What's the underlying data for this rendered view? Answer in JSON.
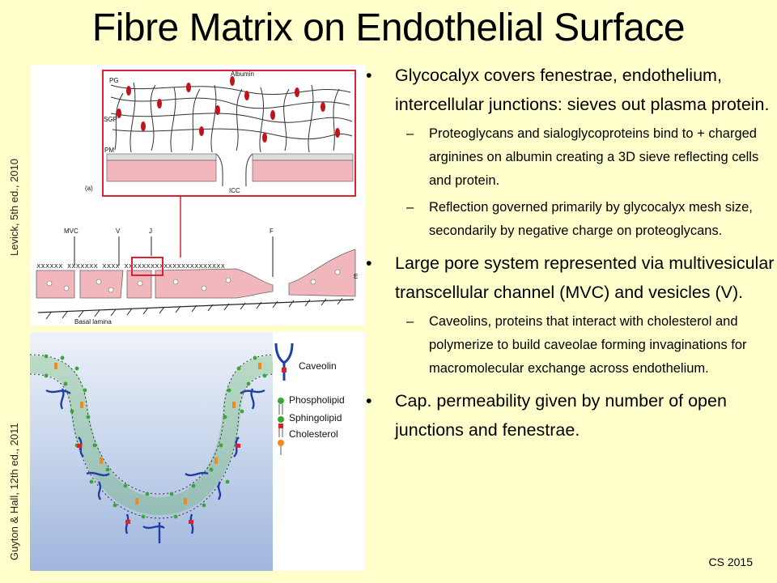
{
  "title": "Fibre Matrix on Endothelial Surface",
  "credits": {
    "top": "Levick, 5th ed., 2010",
    "bottom": "Guyton & Hall, 12th ed., 2011"
  },
  "figure_top": {
    "labels": {
      "pg": "PG",
      "albumin": "Albumin",
      "sgp": "SGP",
      "pm": "PM",
      "icc": "ICC",
      "panel": "(a)",
      "mvc": "MVC",
      "v": "V",
      "j": "J",
      "f": "F",
      "e": "E",
      "basal": "Basal lamina"
    },
    "colors": {
      "cell": "#f2b6bd",
      "box": "#e02030",
      "albumin": "#c0141c"
    }
  },
  "figure_bottom": {
    "legend": {
      "caveolin": "Caveolin",
      "phospholipid": "Phospholipid",
      "sphingolipid": "Sphingolipid",
      "cholesterol": "Cholesterol"
    },
    "colors": {
      "protein": "#1f3fa8",
      "lipid": "#3aa635",
      "cholesterol": "#f08a1c",
      "background": "#b9cbe6"
    }
  },
  "bullets": [
    {
      "text": "Glycocalyx covers fenestrae, endothelium, intercellular junctions: sieves out plasma protein.",
      "sub": [
        "Proteoglycans and sialoglycoproteins bind to + charged arginines on albumin creating a 3D sieve reflecting cells and protein.",
        "Reflection governed primarily by glycocalyx mesh size, secondarily by negative charge on proteoglycans."
      ]
    },
    {
      "text": "Large pore system represented via multivesicular transcellular channel (MVC) and vesicles (V).",
      "sub": [
        "Caveolins, proteins that interact with cholesterol and polymerize to build caveolae forming invaginations for macromolecular exchange across endothelium."
      ]
    },
    {
      "text": "Cap. permeability given by number of open junctions and fenestrae.",
      "sub": []
    }
  ],
  "footer": "CS 2015"
}
